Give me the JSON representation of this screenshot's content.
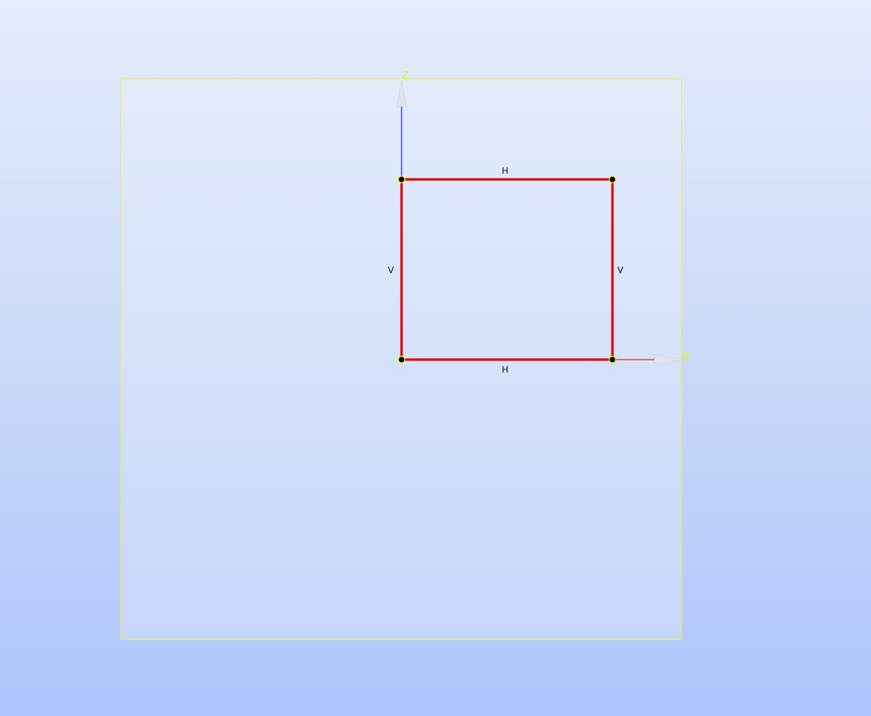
{
  "viewport": {
    "background_top": "#e4ebfc",
    "background_bottom": "#adc5fc"
  },
  "sketch_plane": {
    "border_color": "#e6f24a"
  },
  "axes": {
    "x_label": "X",
    "z_label": "Z",
    "x_color": "#e00000",
    "z_color": "#0000cc",
    "label_color": "#f2f200"
  },
  "rectangle": {
    "edge_color": "#dd0000",
    "vertex_color": "#000000",
    "vertex_outline": "#f2f200"
  },
  "constraints": {
    "top": "H",
    "bottom": "H",
    "left": "V",
    "right": "V"
  }
}
